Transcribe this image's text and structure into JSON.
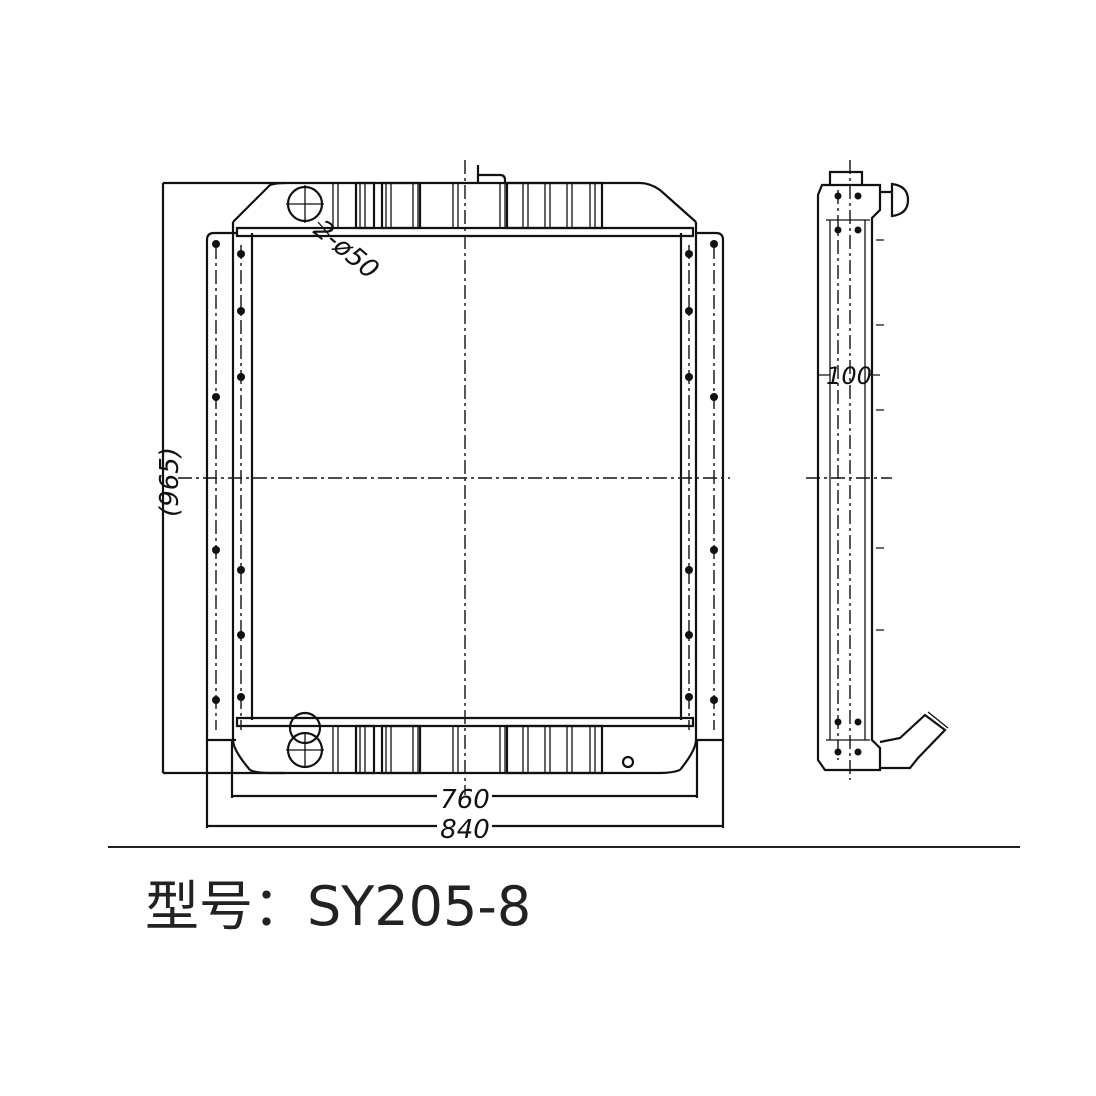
{
  "drawing": {
    "dimensions": {
      "height": "(965)",
      "hole": "2-ø50",
      "inner_width": "760",
      "outer_width": "840",
      "side_depth": "100"
    },
    "model_label": "型号：SY205-8"
  }
}
